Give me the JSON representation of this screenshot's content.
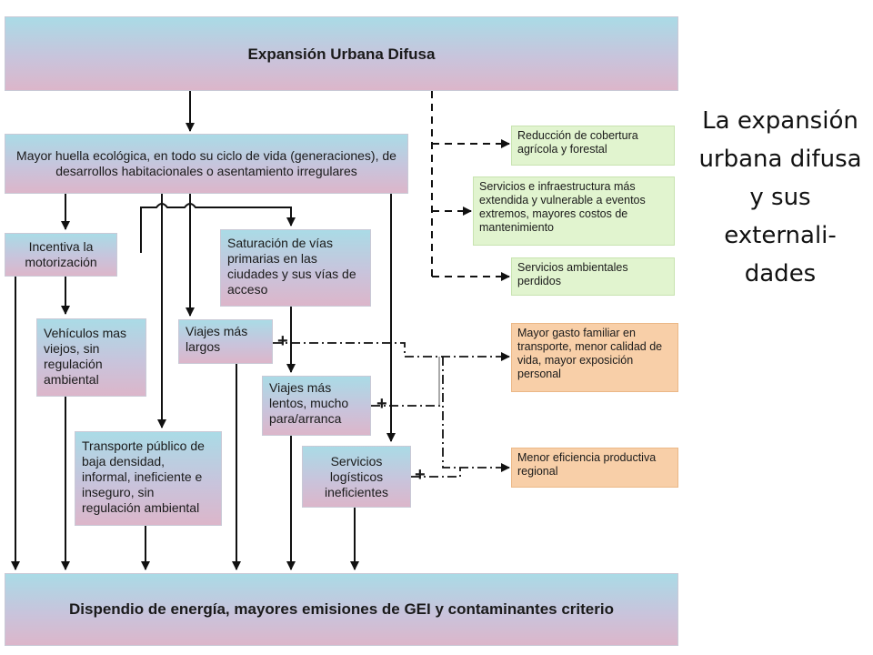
{
  "top_box": "Expansión Urbana Difusa",
  "footprint_box": "Mayor huella ecológica, en todo su ciclo de vida (generaciones), de desarrollos habitacionales o asentamiento irregulares",
  "motorization_box": "Incentiva la motorización",
  "saturation_box": "Saturación de vías primarias en las ciudades y sus vías de acceso",
  "old_vehicles_box": "Vehículos mas viejos, sin regulación ambiental",
  "longer_trips_box": "Viajes más largos",
  "slower_trips_box": "Viajes más lentos, mucho para/arranca",
  "public_transport_box": "Transporte público de baja densidad, informal,  ineficiente e inseguro, sin regulación ambiental",
  "logistics_box": "Servicios logísticos ineficientes",
  "bottom_box": "Dispendio de energía, mayores emisiones de GEI y contaminantes criterio",
  "green_boxes": [
    "Reducción de cobertura agrícola y forestal",
    "Servicios e infraestructura  más extendida y vulnerable a eventos extremos, mayores costos de mantenimiento",
    "Servicios ambientales perdidos"
  ],
  "orange_boxes": [
    "Mayor gasto familiar en transporte, menor calidad de vida, mayor exposición personal",
    "Menor eficiencia productiva regional"
  ],
  "plus_sign": "+",
  "side_title": "La expansión urbana difusa y sus externali-dades",
  "colors": {
    "box_gradient_top": "#aadbe6",
    "box_gradient_bottom": "#dcb6ca",
    "green": "#e1f4cf",
    "orange": "#f8cfa8"
  }
}
